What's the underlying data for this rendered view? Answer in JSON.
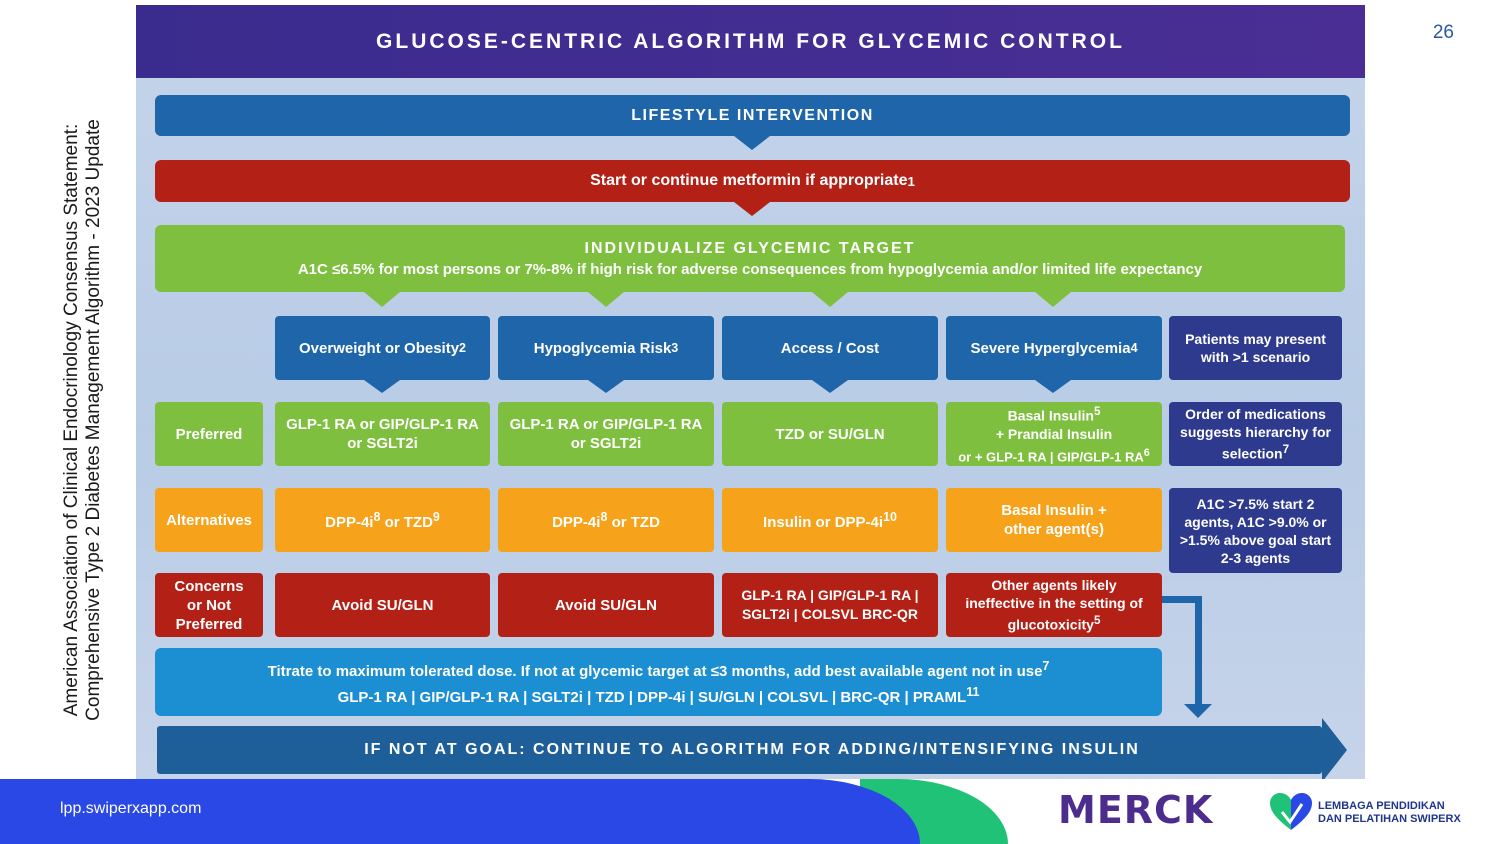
{
  "page": {
    "side_title_line1": "American Association of Clinical Endocrinology Consensus Statement:",
    "side_title_line2": "Comprehensive Type 2 Diabetes Management Algorithm - 2023 Update",
    "page_number": "26"
  },
  "slide": {
    "title": "GLUCOSE-CENTRIC ALGORITHM FOR GLYCEMIC CONTROL",
    "lifestyle": "LIFESTYLE INTERVENTION",
    "metformin": {
      "text": "Start or continue metformin if appropriate",
      "sup": "1"
    },
    "target": {
      "title": "INDIVIDUALIZE GLYCEMIC TARGET",
      "text": "A1C ≤6.5% for most persons or 7%-8% if high risk for adverse consequences from hypoglycemia and/or limited life expectancy"
    },
    "columns": [
      {
        "label": "Overweight or Obesity",
        "sup": "2"
      },
      {
        "label": "Hypoglycemia Risk",
        "sup": "3"
      },
      {
        "label": "Access / Cost",
        "sup": ""
      },
      {
        "label": "Severe Hyperglycemia",
        "sup": "4"
      }
    ],
    "multi_scenario": "Patients may present with >1 scenario",
    "rows": {
      "preferred": {
        "label": "Preferred",
        "cells": [
          "GLP-1 RA or GIP/GLP-1 RA or SGLT2i",
          "GLP-1 RA or GIP/GLP-1 RA or SGLT2i",
          "TZD or SU/GLN"
        ],
        "severe": {
          "l1": "Basal Insulin",
          "s1": "5",
          "l2": "+ Prandial Insulin",
          "l3": "or + GLP-1 RA | GIP/GLP-1 RA",
          "s3": "6"
        },
        "note": {
          "text": "Order of medications suggests hierarchy for selection",
          "sup": "7"
        }
      },
      "alternatives": {
        "label": "Alternatives",
        "c1": {
          "a": "DPP-4i",
          "s1": "8",
          "b": " or TZD",
          "s2": "9"
        },
        "c2": {
          "a": "DPP-4i",
          "s1": "8",
          "b": " or TZD"
        },
        "c3": {
          "a": "Insulin or DPP-4i",
          "s1": "10"
        },
        "c4": "Basal Insulin + other agent(s)",
        "note": "A1C >7.5% start 2 agents, A1C >9.0% or >1.5% above goal start 2-3 agents"
      },
      "not_preferred": {
        "label": "Concerns or Not Preferred",
        "cells": [
          "Avoid SU/GLN",
          "Avoid SU/GLN",
          "GLP-1 RA | GIP/GLP-1 RA | SGLT2i | COLSVL BRC-QR"
        ],
        "c4": {
          "text": "Other agents likely ineffective in the setting of glucotoxicity",
          "sup": "5"
        }
      }
    },
    "titrate": {
      "line1": "Titrate to maximum tolerated dose. If not at glycemic target at ≤3 months, add best available agent not in use",
      "sup1": "7",
      "line2": "GLP-1 RA | GIP/GLP-1 RA | SGLT2i | TZD | DPP-4i | SU/GLN | COLSVL | BRC-QR | PRAML",
      "sup2": "11"
    },
    "goal": "IF NOT AT GOAL: CONTINUE TO ALGORITHM FOR ADDING/INTENSIFYING INSULIN"
  },
  "footer": {
    "link": "lpp.swiperxapp.com",
    "merck": "MERCK",
    "lp_line1": "LEMBAGA PENDIDIKAN",
    "lp_line2": "DAN PELATIHAN SWIPERX"
  },
  "colors": {
    "header": "#3a2c8e",
    "lifestyle": "#1f65a9",
    "metformin": "#b32016",
    "target": "#7fbf3f",
    "preferred": "#7fbf3f",
    "alternatives": "#f6a21a",
    "not_preferred": "#b32016",
    "titrate": "#1b8fd2",
    "footer_blue": "#2a48e6",
    "footer_green": "#20c278"
  }
}
